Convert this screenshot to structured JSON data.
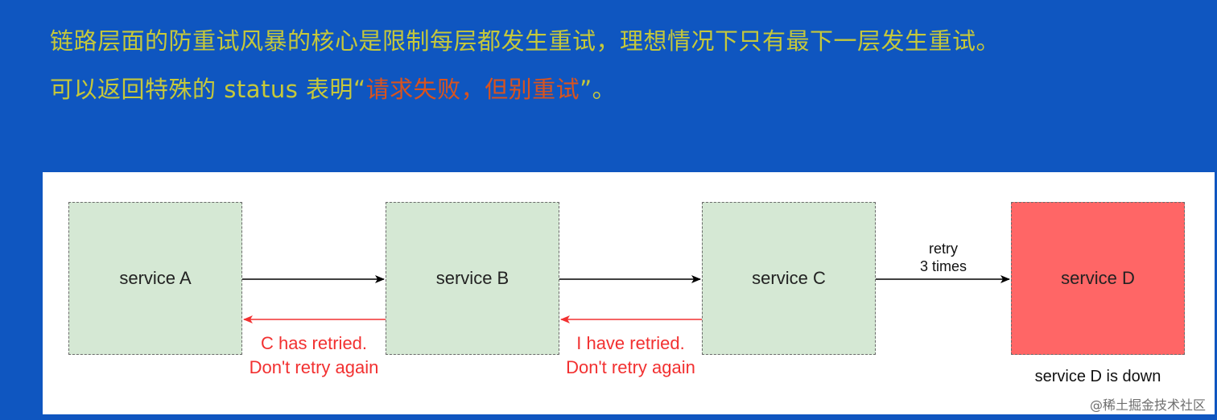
{
  "heading": {
    "line1": "链路层面的防重试风暴的核心是限制每层都发生重试，理想情况下只有最下一层发生重试。",
    "line2_prefix": "可以返回特殊的 status 表明“",
    "line2_highlight": "请求失败，但别重试",
    "line2_suffix": "”。"
  },
  "diagram": {
    "service_a": "service A",
    "service_b": "service B",
    "service_c": "service C",
    "service_d": "service D",
    "label_ab_line1": "C has retried.",
    "label_ab_line2": "Don't retry again",
    "label_bc_line1": "I have retried.",
    "label_bc_line2": "Don't retry again",
    "retry_line1": "retry",
    "retry_line2": "3 times",
    "down_label": "service D is down"
  },
  "watermark": "@稀土掘金技术社区",
  "colors": {
    "background": "#0f56c0",
    "headline": "#c6c83a",
    "highlight": "#d9531e",
    "service_box": "#d5e8d4",
    "failed_box": "#ff6666",
    "return_arrow": "#f23030",
    "call_arrow": "#000000"
  }
}
